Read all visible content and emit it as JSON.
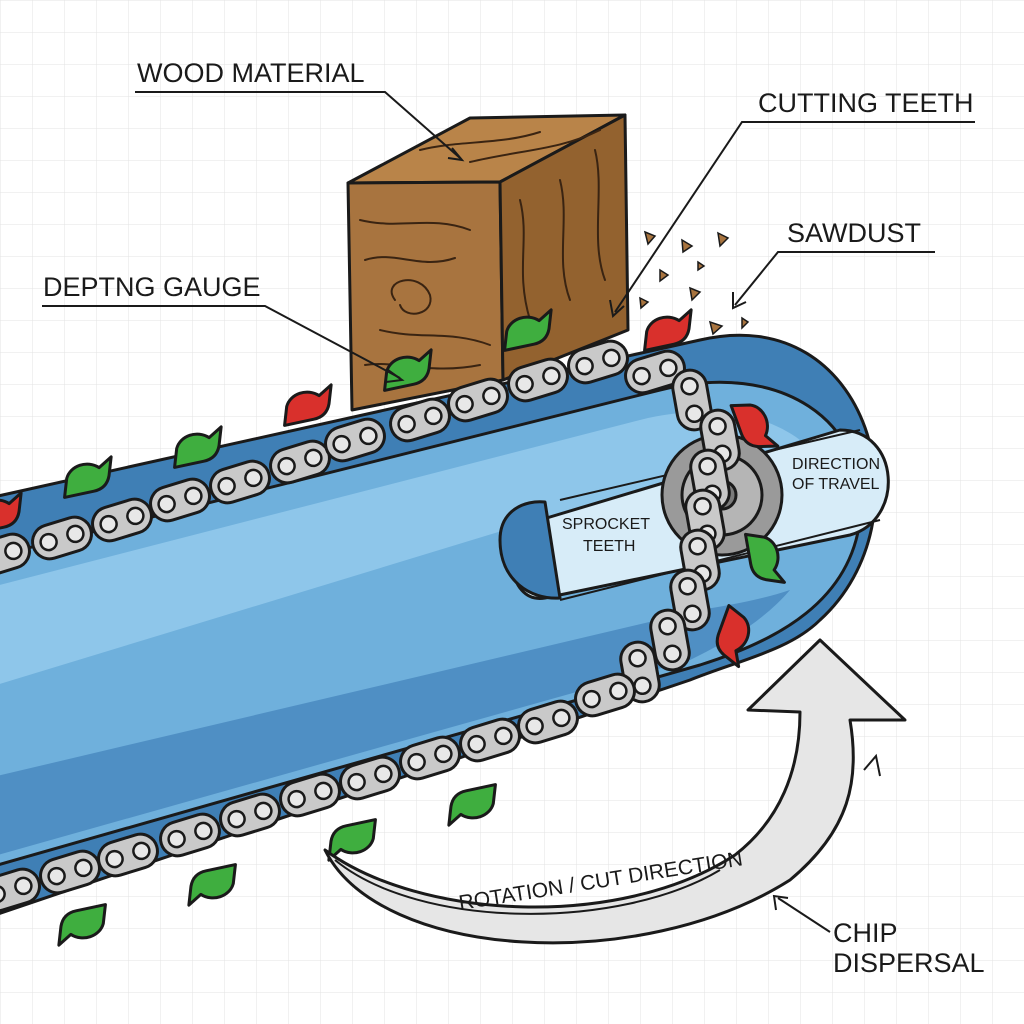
{
  "labels": {
    "wood_material": "WOOD MATERIAL",
    "cutting_teeth": "CUTTING TEETH",
    "sawdust": "SAWDUST",
    "depth_gauge": "DEPTNG GAUGE",
    "direction_of_travel_1": "DIRECTION",
    "direction_of_travel_2": "OF TRAVEL",
    "sprocket_teeth_1": "SPROCKET",
    "sprocket_teeth_2": "TEETH",
    "rotation": "ROTATION / CUT DIRECTION",
    "chip_dispersal_1": "CHIP",
    "chip_dispersal_2": "DISPERSAL"
  },
  "colors": {
    "bar_main": "#6fb0dc",
    "bar_highlight": "#8ec6ea",
    "bar_shadow": "#3f7fb5",
    "bar_outline": "#1a1a1a",
    "chain_link": "#c9c9c9",
    "tooth_green": "#3fae3f",
    "tooth_red": "#d9302c",
    "wood_front": "#a8743f",
    "wood_side": "#93622f",
    "wood_top": "#b98449",
    "arrow_fill": "#e6e6e6",
    "grid": "#e3e3e3"
  }
}
